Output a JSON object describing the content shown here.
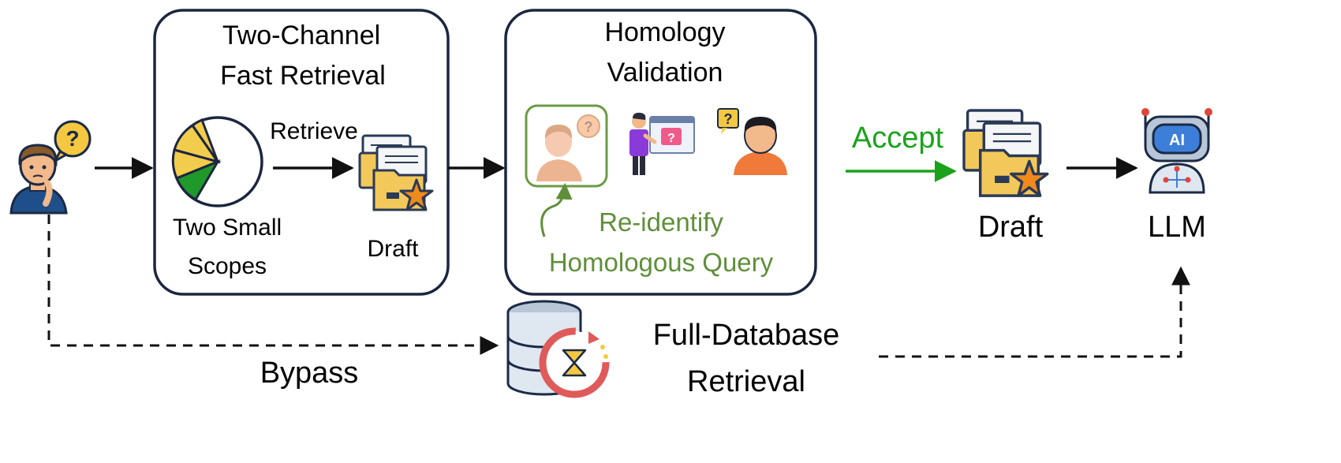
{
  "fast_retrieval": {
    "title_line1": "Two-Channel",
    "title_line2": "Fast Retrieval",
    "retrieve_label": "Retrieve",
    "scopes_line1": "Two Small",
    "scopes_line2": "Scopes",
    "draft_label": "Draft"
  },
  "validation": {
    "title_line1": "Homology",
    "title_line2": "Validation",
    "reidentify_line1": "Re-identify",
    "reidentify_line2": "Homologous Query"
  },
  "accept_label": "Accept",
  "draft_label": "Draft",
  "llm_label": "LLM",
  "bypass_label": "Bypass",
  "full_db": {
    "line1": "Full-Database",
    "line2": "Retrieval"
  },
  "ai_badge": "AI",
  "icons": {
    "user": "confused-user-icon",
    "question": "question-bubble-icon",
    "pie": "pie-chart-icon",
    "folders": "folder-stack-star-icon",
    "database": "database-refresh-icon",
    "robot": "ai-robot-icon"
  },
  "colors": {
    "accept": "#1aa31a",
    "reidentify": "#5f8f3a",
    "pie_yellow": "#f2cc4d",
    "pie_green": "#1f9a2a",
    "star": "#f08a1c",
    "folder": "#f3c85a"
  }
}
